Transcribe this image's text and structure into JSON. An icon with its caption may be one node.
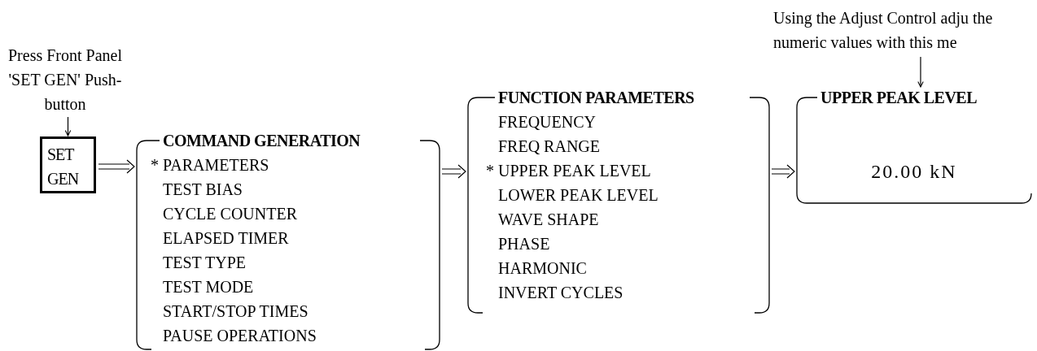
{
  "diagram": {
    "nodes": [
      {
        "text": [
          "Press Front Panel 'SET GEN' Push-button"
        ]
      },
      {
        "text": [
          "SET GEN"
        ]
      },
      {
        "text": [
          "COMMAND GENERATION",
          "* PARAMETERS",
          "TEST BIAS",
          "CYCLE COUNTER",
          "ELAPSED TIMER",
          "TEST TYPE",
          "TEST MODE",
          "START/STOP TIMES",
          "PAUSE OPERATIONS"
        ]
      },
      {
        "text": [
          "FUNCTION PARAMETERS",
          "FREQUENCY",
          "FREQ RANGE",
          "* UPPER PEAK LEVEL",
          "LOWER PEAK LEVEL",
          "WAVE SHAPE",
          "PHASE",
          "HARMONIC",
          "INVERT CYCLES"
        ]
      },
      {
        "text": [
          "UPPER PEAK LEVEL",
          "20.00 kN"
        ]
      },
      {
        "text": [
          "Using the Adjust Control adju the numeric values with this me"
        ]
      }
    ],
    "edges": [
      {
        "from": 0,
        "to": 1,
        "arrow": "to"
      },
      {
        "from": 1,
        "to": 2,
        "arrow": "to"
      },
      {
        "from": 2,
        "to": 3,
        "arrow": "to"
      },
      {
        "from": 3,
        "to": 4,
        "arrow": "to"
      },
      {
        "from": 5,
        "to": 4,
        "arrow": "to"
      }
    ]
  }
}
